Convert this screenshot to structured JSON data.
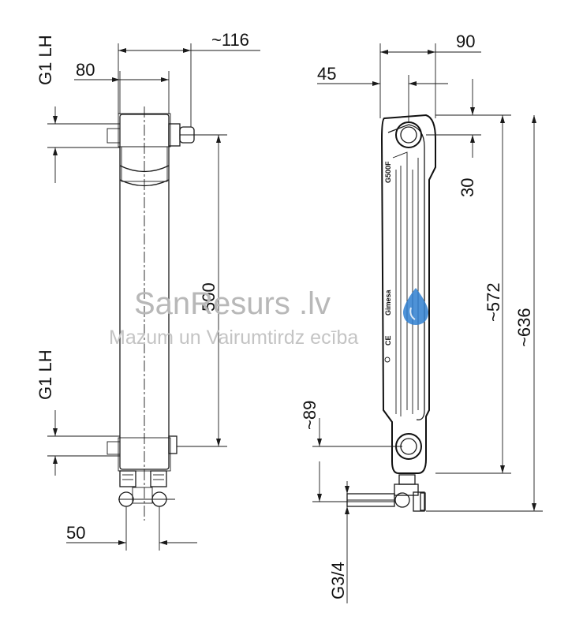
{
  "dimensions": {
    "left_inlet_top": "G1 LH",
    "left_inlet_bottom": "G1 LH",
    "width_80": "80",
    "width_116": "~116",
    "height_500": "500",
    "width_50": "50",
    "width_90": "90",
    "width_45": "45",
    "height_30": "30",
    "height_572": "~572",
    "height_636": "~636",
    "height_89": "~89",
    "valve_g34": "G3/4"
  },
  "product": {
    "model_marking": "G500F",
    "brand_marking": "Gimesa",
    "ce_marking": "CE"
  },
  "watermark": {
    "brand": "SanResurs .lv",
    "tagline": "Mazum un Vairumtirdz  ecība",
    "drop_color": "#2f7fd0"
  }
}
